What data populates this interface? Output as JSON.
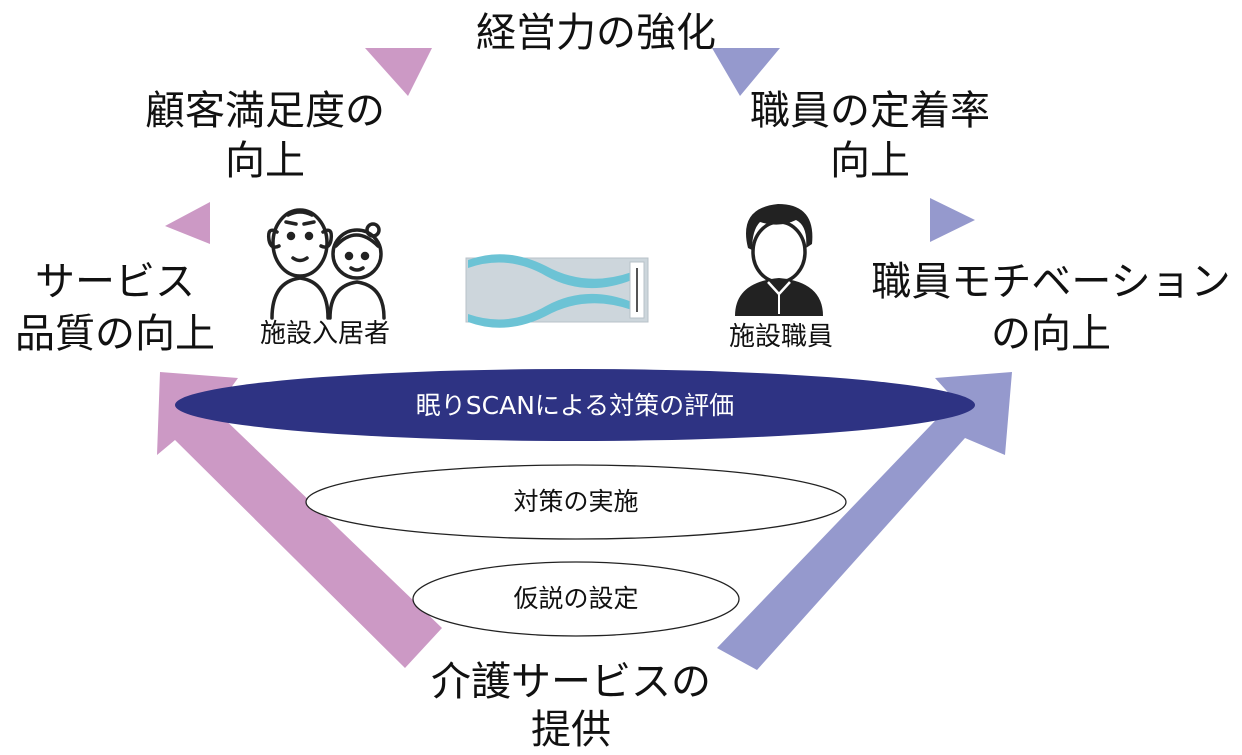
{
  "colors": {
    "pink": "#CC99C5",
    "purple": "#9599CD",
    "navy": "#2E3383",
    "stroke": "#222222"
  },
  "top_goal": "経営力の強化",
  "left": {
    "upper": "顧客満足度の\n向上",
    "lower": "サービス\n品質の向上"
  },
  "right": {
    "upper": "職員の定着率\n向上",
    "lower": "職員モチベーション\nの向上"
  },
  "people": {
    "residents_label": "施設入居者",
    "staff_label": "施設職員",
    "residents_icon": "elderly-residents-icon",
    "staff_icon": "staff-person-icon",
    "device_icon": "sleep-sensor-device-icon"
  },
  "steps": {
    "evaluate": "眠りSCANによる対策の評価",
    "implement": "対策の実施",
    "hypothesis": "仮説の設定"
  },
  "bottom": "介護サービスの\n提供"
}
